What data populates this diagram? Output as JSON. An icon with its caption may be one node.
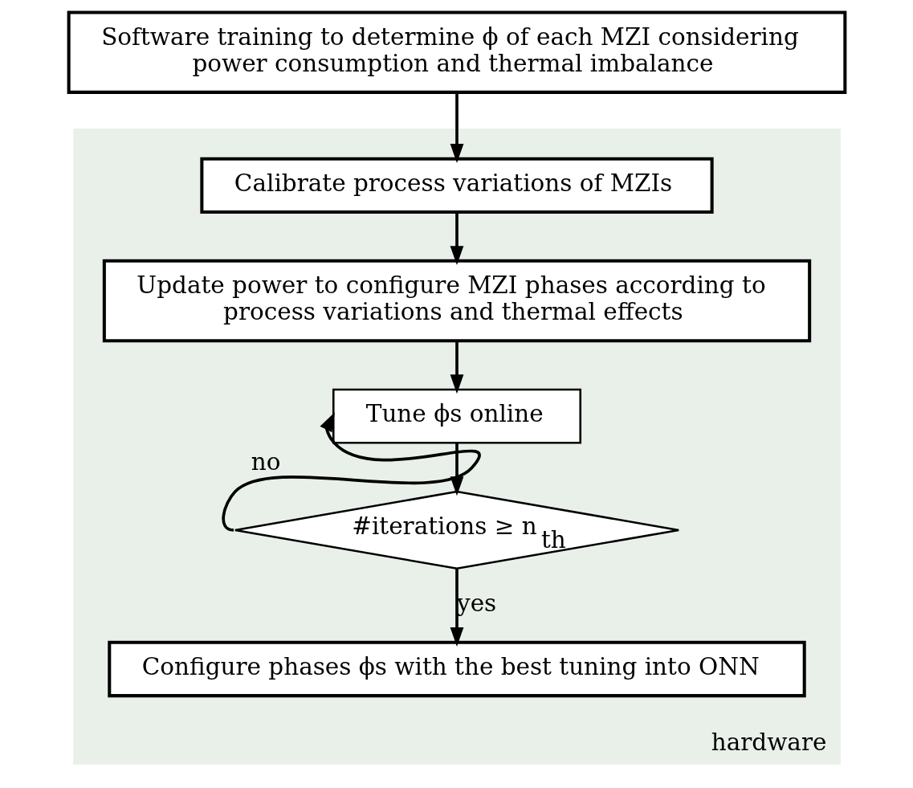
{
  "diagram": {
    "nodes": [
      {
        "text": [
          "Software training to determine ϕ of each MZI considering power consumption and thermal imbalance"
        ]
      },
      {
        "text": [
          "hardware"
        ]
      },
      {
        "text": [
          "Calibrate process variations of MZIs"
        ],
        "in": 1
      },
      {
        "text": [
          "Update power to configure MZI phases according to process variations and thermal effects"
        ],
        "in": 1
      },
      {
        "text": [
          "Tune ϕs online"
        ],
        "in": 1
      },
      {
        "text": [
          "#iterations ≥ n$_{th}$"
        ],
        "in": 1
      },
      {
        "text": [
          "Configure phases ϕs with the best tuning into ONN"
        ],
        "in": 1
      }
    ],
    "edges": [
      {
        "from": 0,
        "to": 2,
        "arrow": "to"
      },
      {
        "from": 2,
        "to": 3,
        "arrow": "to"
      },
      {
        "from": 3,
        "to": 4,
        "arrow": "to"
      },
      {
        "from": 4,
        "to": 5,
        "arrow": "to"
      },
      {
        "from": 5,
        "to": 4,
        "arrow": "to",
        "label": "no"
      },
      {
        "from": 5,
        "to": 6,
        "arrow": "to",
        "label": "yes"
      }
    ]
  }
}
